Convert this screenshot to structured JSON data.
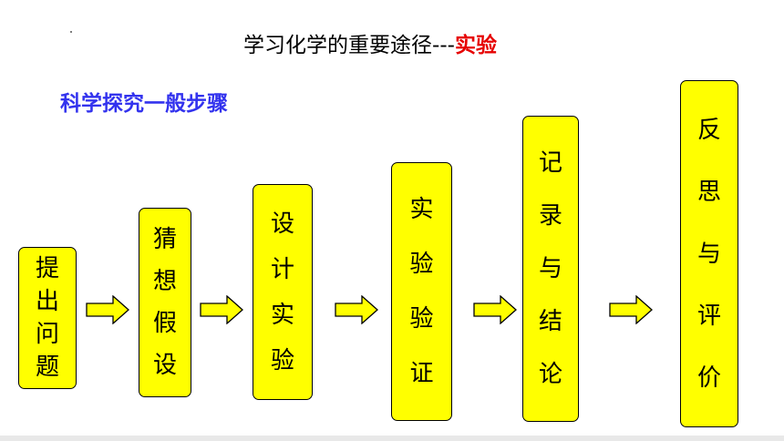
{
  "header": {
    "title_main": "学习化学的重要途径---",
    "title_highlight": "实验",
    "subtitle": "科学探究一般步骤"
  },
  "steps": [
    {
      "chars": [
        "提",
        "出",
        "问",
        "题"
      ]
    },
    {
      "chars": [
        "猜",
        "想",
        "假",
        "设"
      ]
    },
    {
      "chars": [
        "设",
        "计",
        "实",
        "验"
      ]
    },
    {
      "chars": [
        "实",
        "验",
        "验",
        "证"
      ]
    },
    {
      "chars": [
        "记",
        "录",
        "与",
        "结",
        "论"
      ]
    },
    {
      "chars": [
        "反",
        "思",
        "与",
        "评",
        "价"
      ]
    }
  ],
  "colors": {
    "box_fill": "#ffff00",
    "arrow_fill": "#ffff00",
    "title_highlight": "#e60000",
    "subtitle": "#3333ee"
  }
}
